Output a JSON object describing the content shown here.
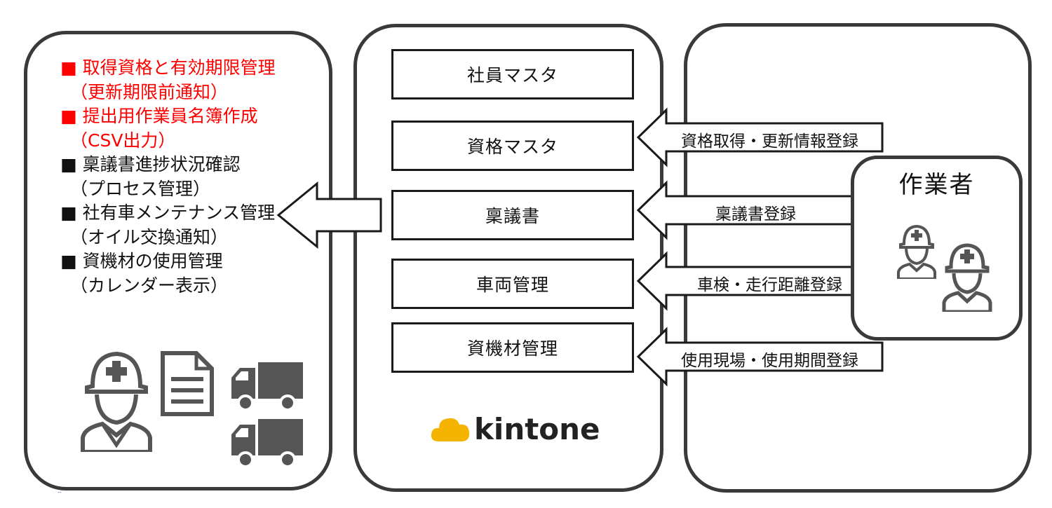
{
  "left_panel": {
    "features": [
      {
        "title": "■ 取得資格と有効期限管理",
        "sub": "（更新期限前通知）",
        "highlight": true
      },
      {
        "title": "■ 提出用作業員名簿作成",
        "sub": "（CSV出力）",
        "highlight": true
      },
      {
        "title": "■ 稟議書進捗状況確認",
        "sub": "（プロセス管理）",
        "highlight": false
      },
      {
        "title": "■ 社有車メンテナンス管理",
        "sub": "（オイル交換通知）",
        "highlight": false
      },
      {
        "title": "■ 資機材の使用管理",
        "sub": "（カレンダー表示）",
        "highlight": false
      }
    ],
    "icons": [
      "worker-icon",
      "document-icon",
      "truck-icon",
      "truck-icon"
    ]
  },
  "center_panel": {
    "apps": [
      "社員マスタ",
      "資格マスタ",
      "稟議書",
      "車両管理",
      "資機材管理"
    ],
    "logo_text": "kintone"
  },
  "right_panel": {
    "inputs": [
      "資格取得・更新情報登録",
      "稟議書登録",
      "車検・走行距離登録",
      "使用現場・使用期間登録"
    ],
    "workers_title": "作業者",
    "icons": [
      "worker-icon",
      "worker-icon"
    ]
  },
  "footer_mark": "--",
  "colors": {
    "highlight": "#ff0000",
    "border": "#3a3a3a",
    "logo_cloud": "#f5b400",
    "icon_fill": "#555555"
  }
}
